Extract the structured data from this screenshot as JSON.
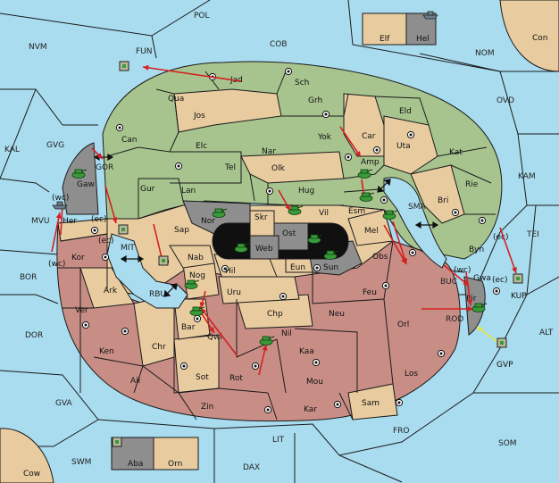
{
  "colors": {
    "sea": "#a9dcef",
    "land_green": "#a8c48e",
    "land_tan": "#e8cca0",
    "land_red": "#c88e86",
    "land_gray": "#8e8e8e",
    "land_center": "#101010",
    "order_red": "#d42020",
    "order_yellow": "#e6e640",
    "unit_army": "#3a9a3a"
  },
  "sea_labels": [
    {
      "id": "pol",
      "text": "POL"
    },
    {
      "id": "cob",
      "text": "COB"
    },
    {
      "id": "nvm",
      "text": "NVM"
    },
    {
      "id": "fun",
      "text": "FUN"
    },
    {
      "id": "nom",
      "text": "NOM"
    },
    {
      "id": "ovd",
      "text": "OVD"
    },
    {
      "id": "kal",
      "text": "KAL"
    },
    {
      "id": "gvg",
      "text": "GVG"
    },
    {
      "id": "gor",
      "text": "GOR"
    },
    {
      "id": "mvu",
      "text": "MVU"
    },
    {
      "id": "mit",
      "text": "MIT"
    },
    {
      "id": "kam",
      "text": "KAM"
    },
    {
      "id": "sma",
      "text": "SMA"
    },
    {
      "id": "tei",
      "text": "TEI"
    },
    {
      "id": "bor",
      "text": "BOR"
    },
    {
      "id": "rbu",
      "text": "RBU"
    },
    {
      "id": "buc",
      "text": "BUC"
    },
    {
      "id": "rod",
      "text": "ROD"
    },
    {
      "id": "alt",
      "text": "ALT"
    },
    {
      "id": "dor",
      "text": "DOR"
    },
    {
      "id": "gva",
      "text": "GVA"
    },
    {
      "id": "fro",
      "text": "FRO"
    },
    {
      "id": "lit",
      "text": "LIT"
    },
    {
      "id": "som",
      "text": "SOM"
    },
    {
      "id": "swm",
      "text": "SWM"
    },
    {
      "id": "dax",
      "text": "DAX"
    }
  ],
  "land_labels": [
    {
      "id": "jad",
      "text": "Jad"
    },
    {
      "id": "sch",
      "text": "Sch"
    },
    {
      "id": "qua",
      "text": "Qua"
    },
    {
      "id": "jos",
      "text": "Jos"
    },
    {
      "id": "grh",
      "text": "Grh"
    },
    {
      "id": "eld",
      "text": "Eld"
    },
    {
      "id": "can",
      "text": "Can"
    },
    {
      "id": "yok",
      "text": "Yok"
    },
    {
      "id": "car",
      "text": "Car"
    },
    {
      "id": "uta",
      "text": "Uta"
    },
    {
      "id": "elc",
      "text": "Elc"
    },
    {
      "id": "nar",
      "text": "Nar"
    },
    {
      "id": "kat",
      "text": "Kat"
    },
    {
      "id": "tel",
      "text": "Tel"
    },
    {
      "id": "olk",
      "text": "Olk"
    },
    {
      "id": "amp",
      "text": "Amp"
    },
    {
      "id": "gaw",
      "text": "Gaw"
    },
    {
      "id": "gur",
      "text": "Gur"
    },
    {
      "id": "rie",
      "text": "Rie"
    },
    {
      "id": "lan",
      "text": "Lan"
    },
    {
      "id": "hug",
      "text": "Hug"
    },
    {
      "id": "esm",
      "text": "Esm"
    },
    {
      "id": "bri",
      "text": "Bri"
    },
    {
      "id": "nor",
      "text": "Nor"
    },
    {
      "id": "skr",
      "text": "Skr"
    },
    {
      "id": "vil",
      "text": "Vil"
    },
    {
      "id": "her",
      "text": "Her"
    },
    {
      "id": "sap",
      "text": "Sap"
    },
    {
      "id": "ost",
      "text": "Ost"
    },
    {
      "id": "mel",
      "text": "Mel"
    },
    {
      "id": "byn",
      "text": "Byn"
    },
    {
      "id": "web",
      "text": "Web"
    },
    {
      "id": "kor",
      "text": "Kor"
    },
    {
      "id": "nab",
      "text": "Nab"
    },
    {
      "id": "obs",
      "text": "Obs"
    },
    {
      "id": "eun",
      "text": "Eun"
    },
    {
      "id": "hil",
      "text": "Hil"
    },
    {
      "id": "sun",
      "text": "Sun"
    },
    {
      "id": "gwa",
      "text": "Gwa"
    },
    {
      "id": "ark",
      "text": "Ark"
    },
    {
      "id": "nog",
      "text": "Nog"
    },
    {
      "id": "uru",
      "text": "Uru"
    },
    {
      "id": "feu",
      "text": "Feu"
    },
    {
      "id": "pir",
      "text": "Pir"
    },
    {
      "id": "ver",
      "text": "Ver"
    },
    {
      "id": "chp",
      "text": "Chp"
    },
    {
      "id": "neu",
      "text": "Neu"
    },
    {
      "id": "bar",
      "text": "Bar"
    },
    {
      "id": "orl",
      "text": "Orl"
    },
    {
      "id": "qwi",
      "text": "Qwi"
    },
    {
      "id": "nil",
      "text": "Nil"
    },
    {
      "id": "chr",
      "text": "Chr"
    },
    {
      "id": "ken",
      "text": "Ken"
    },
    {
      "id": "kaa",
      "text": "Kaa"
    },
    {
      "id": "los",
      "text": "Los"
    },
    {
      "id": "ail",
      "text": "Ail"
    },
    {
      "id": "sot",
      "text": "Sot"
    },
    {
      "id": "rot",
      "text": "Rot"
    },
    {
      "id": "mou",
      "text": "Mou"
    },
    {
      "id": "sam",
      "text": "Sam"
    },
    {
      "id": "zin",
      "text": "Zin"
    },
    {
      "id": "kar",
      "text": "Kar"
    }
  ],
  "box_labels": [
    {
      "id": "elf",
      "text": "Elf"
    },
    {
      "id": "hel",
      "text": "Hel"
    },
    {
      "id": "con",
      "text": "Con"
    },
    {
      "id": "kup",
      "text": "KUP"
    },
    {
      "id": "gvp",
      "text": "GVP"
    },
    {
      "id": "aba",
      "text": "Aba"
    },
    {
      "id": "orn",
      "text": "Orn"
    },
    {
      "id": "cow",
      "text": "Cow"
    }
  ],
  "coast_labels": [
    {
      "id": "her_wc",
      "text": "(wc)"
    },
    {
      "id": "her_ec",
      "text": "(ec)"
    },
    {
      "id": "kor_ec",
      "text": "(ec)"
    },
    {
      "id": "kor_wc",
      "text": "(wc)"
    },
    {
      "id": "byn_ec",
      "text": "(ec)"
    },
    {
      "id": "gwa_wc",
      "text": "(wc)"
    },
    {
      "id": "gwa_ec",
      "text": "(ec)"
    }
  ]
}
